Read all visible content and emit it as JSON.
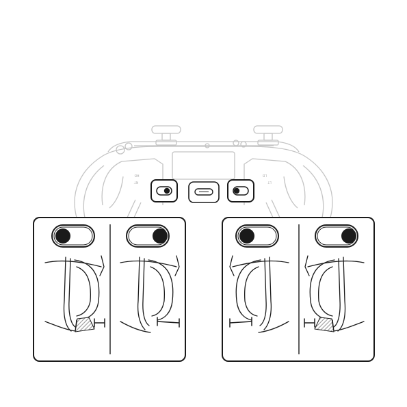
{
  "controller": {
    "left_labels": [
      "RB",
      "RT"
    ],
    "right_labels": [
      "LB",
      "LT"
    ]
  },
  "colors": {
    "line": "#1a1a1a",
    "faded_line": "#c4c4c4",
    "hatch": "#9a9a9a",
    "background": "#ffffff"
  },
  "panels": [
    {
      "id": "left",
      "options": [
        {
          "switch_position": "left",
          "trigger_stop": "short"
        },
        {
          "switch_position": "right",
          "trigger_stop": "full"
        }
      ]
    },
    {
      "id": "right",
      "options": [
        {
          "switch_position": "left",
          "trigger_stop": "full"
        },
        {
          "switch_position": "right",
          "trigger_stop": "short"
        }
      ]
    }
  ]
}
